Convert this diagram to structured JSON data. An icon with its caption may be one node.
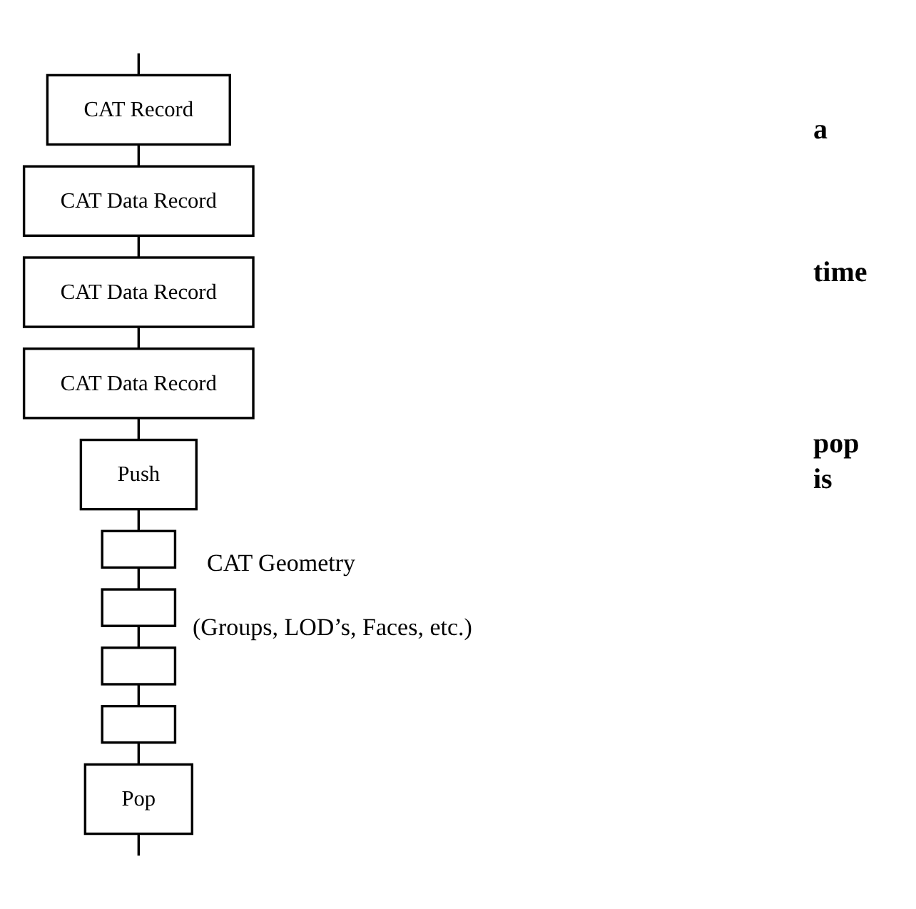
{
  "diagram": {
    "nodes": [
      {
        "text": [
          "CAT Record"
        ]
      },
      {
        "text": [
          "CAT Data Record"
        ]
      },
      {
        "text": [
          "CAT Data Record"
        ]
      },
      {
        "text": [
          "CAT Data Record"
        ]
      },
      {
        "text": [
          "Push"
        ]
      },
      {
        "text": [],
        "shape": "box"
      },
      {
        "text": [],
        "shape": "box"
      },
      {
        "text": [],
        "shape": "box"
      },
      {
        "text": [],
        "shape": "box"
      },
      {
        "text": [
          "Pop"
        ]
      }
    ],
    "edges": [
      {
        "from": null,
        "to": 0,
        "arrow": "none"
      },
      {
        "from": 0,
        "to": 1,
        "arrow": "none"
      },
      {
        "from": 1,
        "to": 2,
        "arrow": "none"
      },
      {
        "from": 2,
        "to": 3,
        "arrow": "none"
      },
      {
        "from": 3,
        "to": 4,
        "arrow": "none"
      },
      {
        "from": 4,
        "to": 5,
        "arrow": "none"
      },
      {
        "from": 5,
        "to": 6,
        "arrow": "none"
      },
      {
        "from": 6,
        "to": 7,
        "arrow": "none"
      },
      {
        "from": 7,
        "to": 8,
        "arrow": "none"
      },
      {
        "from": 8,
        "to": 9,
        "arrow": "none"
      },
      {
        "from": 9,
        "to": null,
        "arrow": "none"
      }
    ],
    "labels": [
      "a",
      "time",
      "pop",
      "is",
      "CAT Geometry",
      "(Groups, LOD’s, Faces, etc.)"
    ]
  }
}
